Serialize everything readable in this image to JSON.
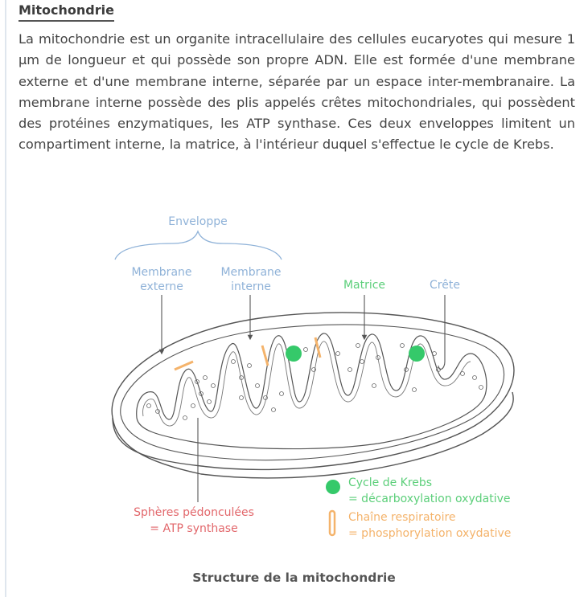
{
  "section": {
    "title": "Mitochondrie",
    "paragraph": "La mitochondrie est un organite intracellulaire des cellules eucaryotes qui mesure 1 µm de longueur et qui possède son propre ADN. Elle est formée d'une membrane externe et d'une membrane interne, séparée par un espace inter-membranaire. La membrane interne possède des plis appelés crêtes mitochondriales, qui possèdent des protéines enzymatiques, les ATP synthase. Ces deux enveloppes limitent un compartiment interne, la matrice, à l'intérieur duquel s'effectue le cycle de Krebs."
  },
  "diagram": {
    "labels": {
      "enveloppe": "Enveloppe",
      "membrane_externe_1": "Membrane",
      "membrane_externe_2": "externe",
      "membrane_interne_1": "Membrane",
      "membrane_interne_2": "interne",
      "matrice": "Matrice",
      "crete": "Crête",
      "spheres_1": "Sphères pédonculées",
      "spheres_2": "= ATP synthase"
    },
    "legend": {
      "krebs_1": "Cycle de Krebs",
      "krebs_2": "= décarboxylation oxydative",
      "chaine_1": "Chaîne respiratoire",
      "chaine_2": "= phosphorylation oxydative"
    },
    "caption": "Structure de la mitochondrie"
  },
  "colors": {
    "blue_label": "#8fb2d8",
    "green_label": "#5ccf7a",
    "red_label": "#e2676b",
    "orange_label": "#f4b36b",
    "outline": "#555555"
  }
}
